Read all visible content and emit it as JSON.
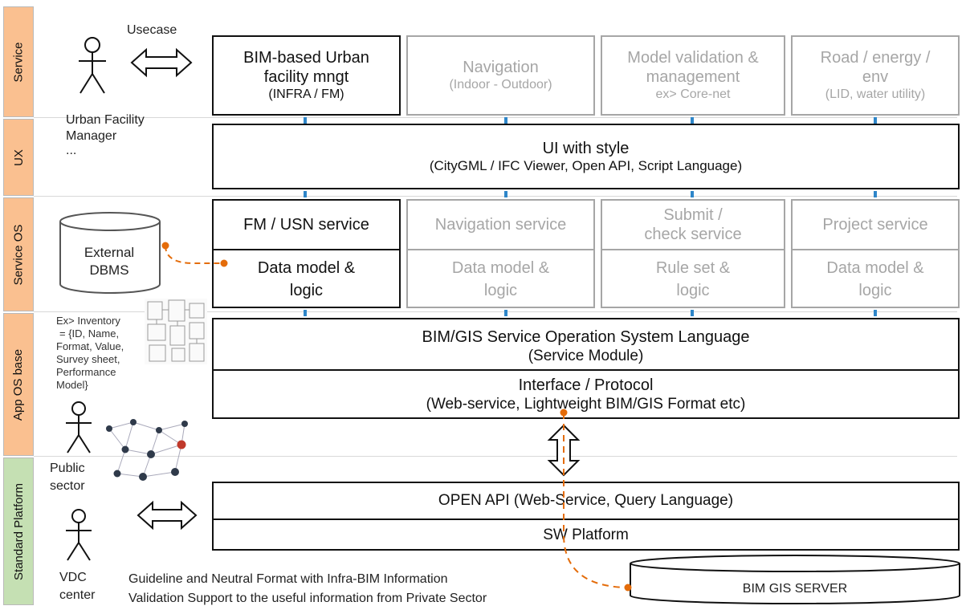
{
  "layers": {
    "service": "Service",
    "ux": "UX",
    "service_os": "Service OS",
    "app_os_base": "App OS base",
    "standard_platform": "Standard Platform"
  },
  "actors": {
    "usecase_label": "Usecase",
    "urban_manager": [
      "Urban Facility",
      "Manager",
      "..."
    ],
    "public_sector": [
      "Public",
      "sector"
    ],
    "vdc_center": [
      "VDC",
      "center"
    ]
  },
  "service_boxes": [
    {
      "title": "BIM-based Urban facility mngt",
      "sub": "(INFRA / FM)"
    },
    {
      "title": "Navigation",
      "sub": "(Indoor - Outdoor)"
    },
    {
      "title": "Model validation & management",
      "sub": "ex> Core-net"
    },
    {
      "title": "Road / energy / env",
      "sub": "(LID, water utility)"
    }
  ],
  "ux": {
    "title": "UI with style",
    "sub": "(CityGML / IFC Viewer, Open API, Script Language)"
  },
  "service_os_boxes": [
    {
      "top": "FM / USN service",
      "bottom": "Data model & logic"
    },
    {
      "top": "Navigation service",
      "bottom": "Data model & logic"
    },
    {
      "top": "Submit / check service",
      "bottom": "Rule set & logic"
    },
    {
      "top": "Project service",
      "bottom": "Data model & logic"
    }
  ],
  "external_dbms": "External DBMS",
  "inventory_note": [
    "Ex> Inventory",
    "= {ID, Name,",
    "Format, Value,",
    "Survey sheet,",
    "Performance",
    "Model}"
  ],
  "os_language": {
    "title": "BIM/GIS Service Operation System Language",
    "sub": "(Service Module)"
  },
  "interface": {
    "title": "Interface / Protocol",
    "sub": "(Web-service, Lightweight BIM/GIS Format etc)"
  },
  "open_api": "OPEN API (Web-Service, Query Language)",
  "sw_platform": "SW Platform",
  "server": "BIM GIS SERVER",
  "footer": [
    "Guideline and Neutral Format with Infra-BIM Information",
    "Validation  Support to the useful information from Private Sector"
  ],
  "colors": {
    "accent_orange": "#e46c0a",
    "connector_blue": "#2e86c9",
    "band_orange": "#fac090",
    "band_green": "#c5e0b3",
    "inactive_grey": "#a6a6a6"
  }
}
